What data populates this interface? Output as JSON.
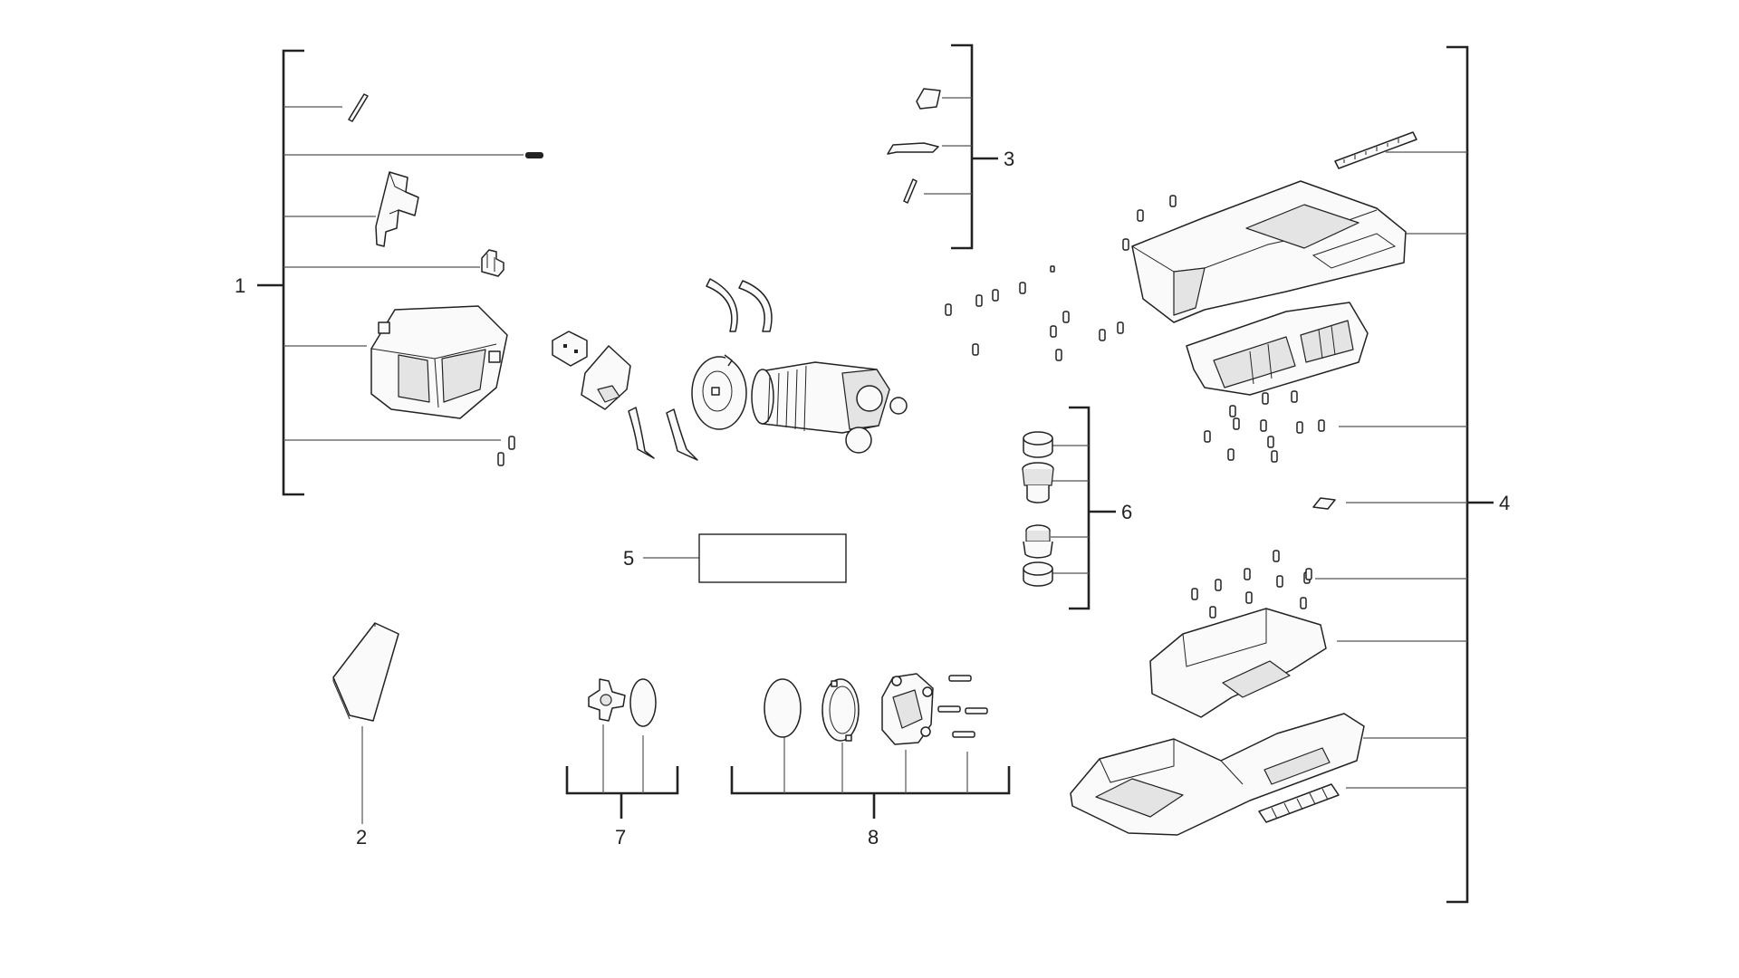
{
  "callouts": {
    "c1": "1",
    "c2": "2",
    "c3": "3",
    "c4": "4",
    "c5": "5",
    "c6": "6",
    "c7": "7",
    "c8": "8"
  },
  "label_box_text": ""
}
